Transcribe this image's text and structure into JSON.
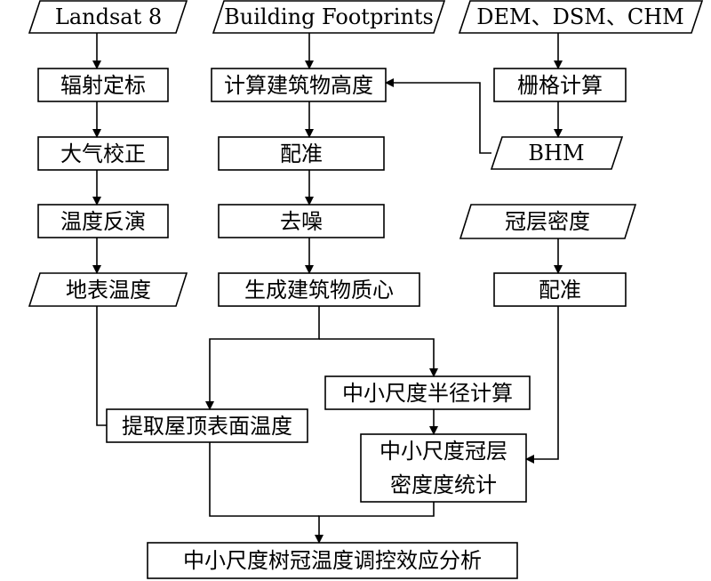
{
  "inputs": {
    "landsat": "Landsat 8",
    "footprints": "Building Footprints",
    "dem": "DEM、DSM、CHM",
    "bhm": "BHM",
    "canopy": "冠层密度",
    "lst": "地表温度"
  },
  "steps": {
    "radiometric": "辐射定标",
    "atmospheric": "大气校正",
    "temp_inversion": "温度反演",
    "building_height": "计算建筑物高度",
    "raster_calc": "栅格计算",
    "register_a": "配准",
    "denoise": "去噪",
    "centroid": "生成建筑物质心",
    "register_b": "配准",
    "radius_calc": "中小尺度半径计算",
    "roof_temp": "提取屋顶表面温度",
    "canopy_stats_1": "中小尺度冠层",
    "canopy_stats_2": "密度度统计",
    "final": "中小尺度树冠温度调控效应分析"
  },
  "colors": {
    "line": "#000000",
    "background": "#ffffff"
  }
}
